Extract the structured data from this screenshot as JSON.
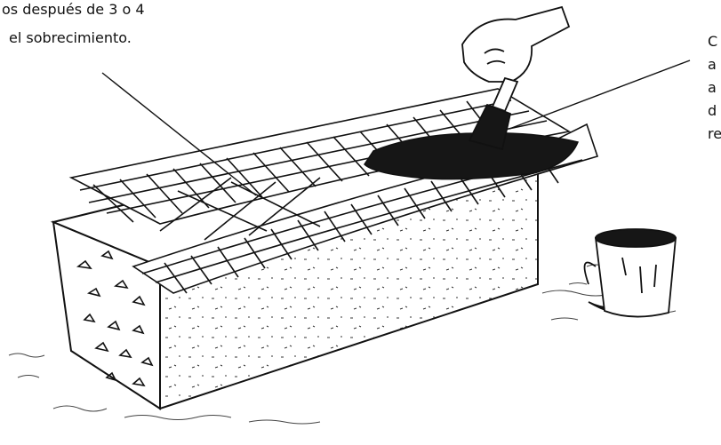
{
  "annotations": {
    "left_line1": "os después de 3 o 4",
    "left_line2": "el sobrecimiento.",
    "right_lines": [
      "C",
      "a",
      "a",
      "d",
      "re"
    ]
  },
  "illustration": {
    "subjects": [
      "hand-with-brush",
      "foundation-beam",
      "wire-mesh",
      "paint-bucket"
    ],
    "colors": {
      "ink": "#111111",
      "paper": "#ffffff",
      "tar": "#161616"
    }
  }
}
